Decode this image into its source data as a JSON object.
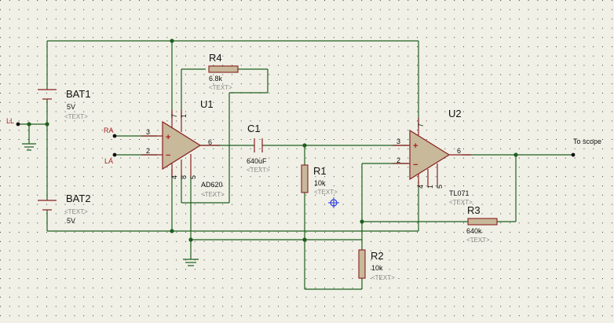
{
  "components": {
    "bat1": {
      "ref": "BAT1",
      "value": "5V",
      "text": "<TEXT>"
    },
    "bat2": {
      "ref": "BAT2",
      "value": "5V",
      "text": "<TEXT>"
    },
    "r4": {
      "ref": "R4",
      "value": "6.8k",
      "text": "<TEXT>"
    },
    "u1": {
      "ref": "U1",
      "part": "AD620",
      "text": "<TEXT>"
    },
    "c1": {
      "ref": "C1",
      "value": "640uF",
      "text": "<TEXT>"
    },
    "r1": {
      "ref": "R1",
      "value": "10k",
      "text": "<TEXT>"
    },
    "u2": {
      "ref": "U2",
      "part": "TL071",
      "text": "<TEXT>"
    },
    "r3": {
      "ref": "R3",
      "value": "640k",
      "text": "<TEXT>"
    },
    "r2": {
      "ref": "R2",
      "value": "10k",
      "text": "<TEXT>"
    }
  },
  "terminals": {
    "ll": "LL",
    "ra": "RA",
    "la": "LA",
    "output": "To scope"
  },
  "pins": {
    "u1": {
      "p3": "3",
      "p2": "2",
      "p6": "6",
      "p7": "7",
      "p1": "1",
      "p4": "4",
      "p8": "8",
      "p5": "5"
    },
    "u2": {
      "p3": "3",
      "p2": "2",
      "p6": "6",
      "p7": "7",
      "p4": "4",
      "p1": "1",
      "p5": "5"
    }
  },
  "signs": {
    "plus": "+",
    "minus": "−"
  },
  "colors": {
    "background": "#f0f0e6",
    "grid": "#3a3a3a",
    "wire": "#1f5f1f",
    "component": "#8a2020",
    "fill": "#c7b99a",
    "terminal": "#aa1f1f"
  }
}
